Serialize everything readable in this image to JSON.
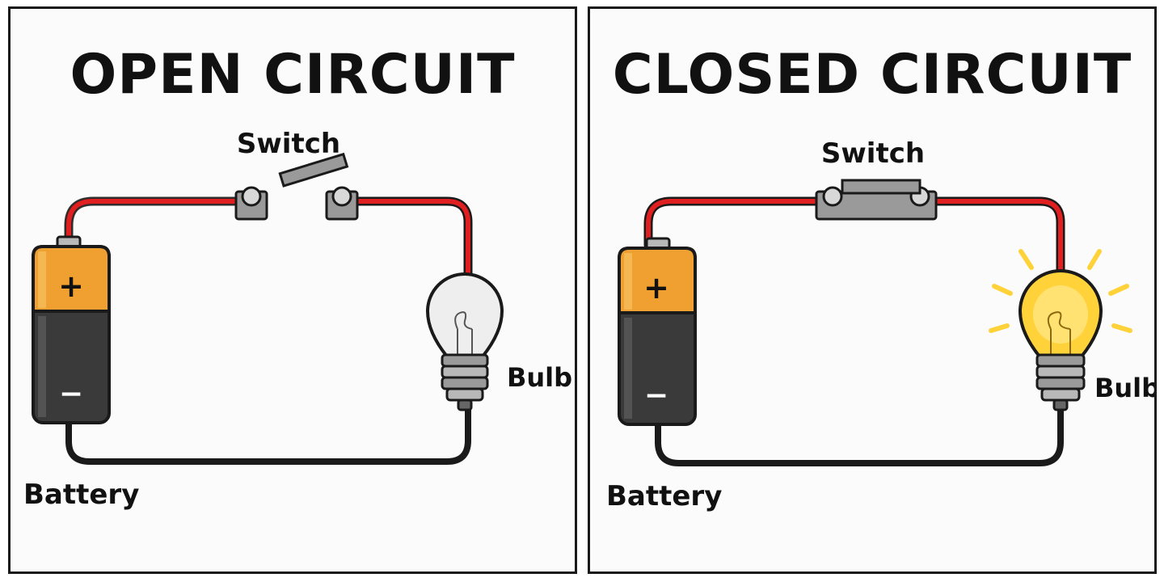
{
  "panels": [
    {
      "title": "OPEN CIRCUIT",
      "switch_state": "open",
      "bulb_state": "off",
      "labels": {
        "switch": "Switch",
        "bulb": "Bulb",
        "battery": "Battery",
        "plus": "+",
        "minus": "−"
      }
    },
    {
      "title": "CLOSED CIRCUIT",
      "switch_state": "closed",
      "bulb_state": "on",
      "labels": {
        "switch": "Switch",
        "bulb": "Bulb",
        "battery": "Battery",
        "plus": "+",
        "minus": "−"
      }
    }
  ],
  "colors": {
    "positive_wire": "#e02020",
    "negative_wire": "#1a1a1a",
    "battery_top": "#f0a030",
    "battery_body": "#3a3a3a",
    "switch_gray": "#9a9a9a",
    "bulb_glow": "#ffd23a",
    "bulb_off": "#eeeeee"
  }
}
